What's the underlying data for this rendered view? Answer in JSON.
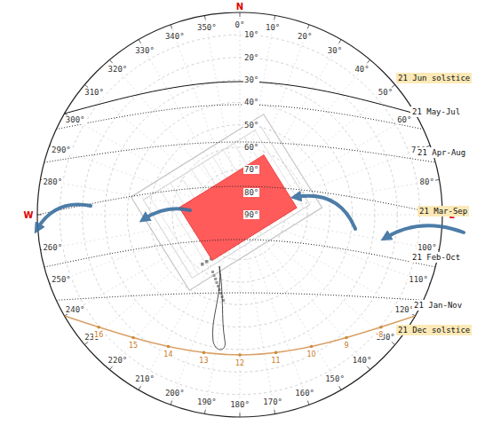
{
  "diagram": {
    "labels": [
      "N",
      "E",
      "W",
      "0°",
      "10°",
      "20°",
      "30°",
      "40°",
      "50°",
      "60°",
      "70°",
      "80°",
      "100°",
      "110°",
      "120°",
      "130°",
      "140°",
      "150°",
      "160°",
      "170°",
      "180°",
      "190°",
      "200°",
      "210°",
      "220°",
      "230°",
      "240°",
      "250°",
      "260°",
      "280°",
      "290°",
      "300°",
      "310°",
      "320°",
      "330°",
      "340°",
      "350°",
      "10°",
      "20°",
      "30°",
      "40°",
      "50°",
      "60°",
      "70°",
      "80°",
      "90°",
      "21 Jun  solstice",
      "21 May-Jul",
      "21 Apr-Aug",
      "21 Mar-Sep",
      "21 Feb-Oct",
      "21 Jan-Nov",
      "21 Dec  solstice",
      "8",
      "9",
      "10",
      "11",
      "12",
      "13",
      "14",
      "15",
      "16"
    ]
  }
}
